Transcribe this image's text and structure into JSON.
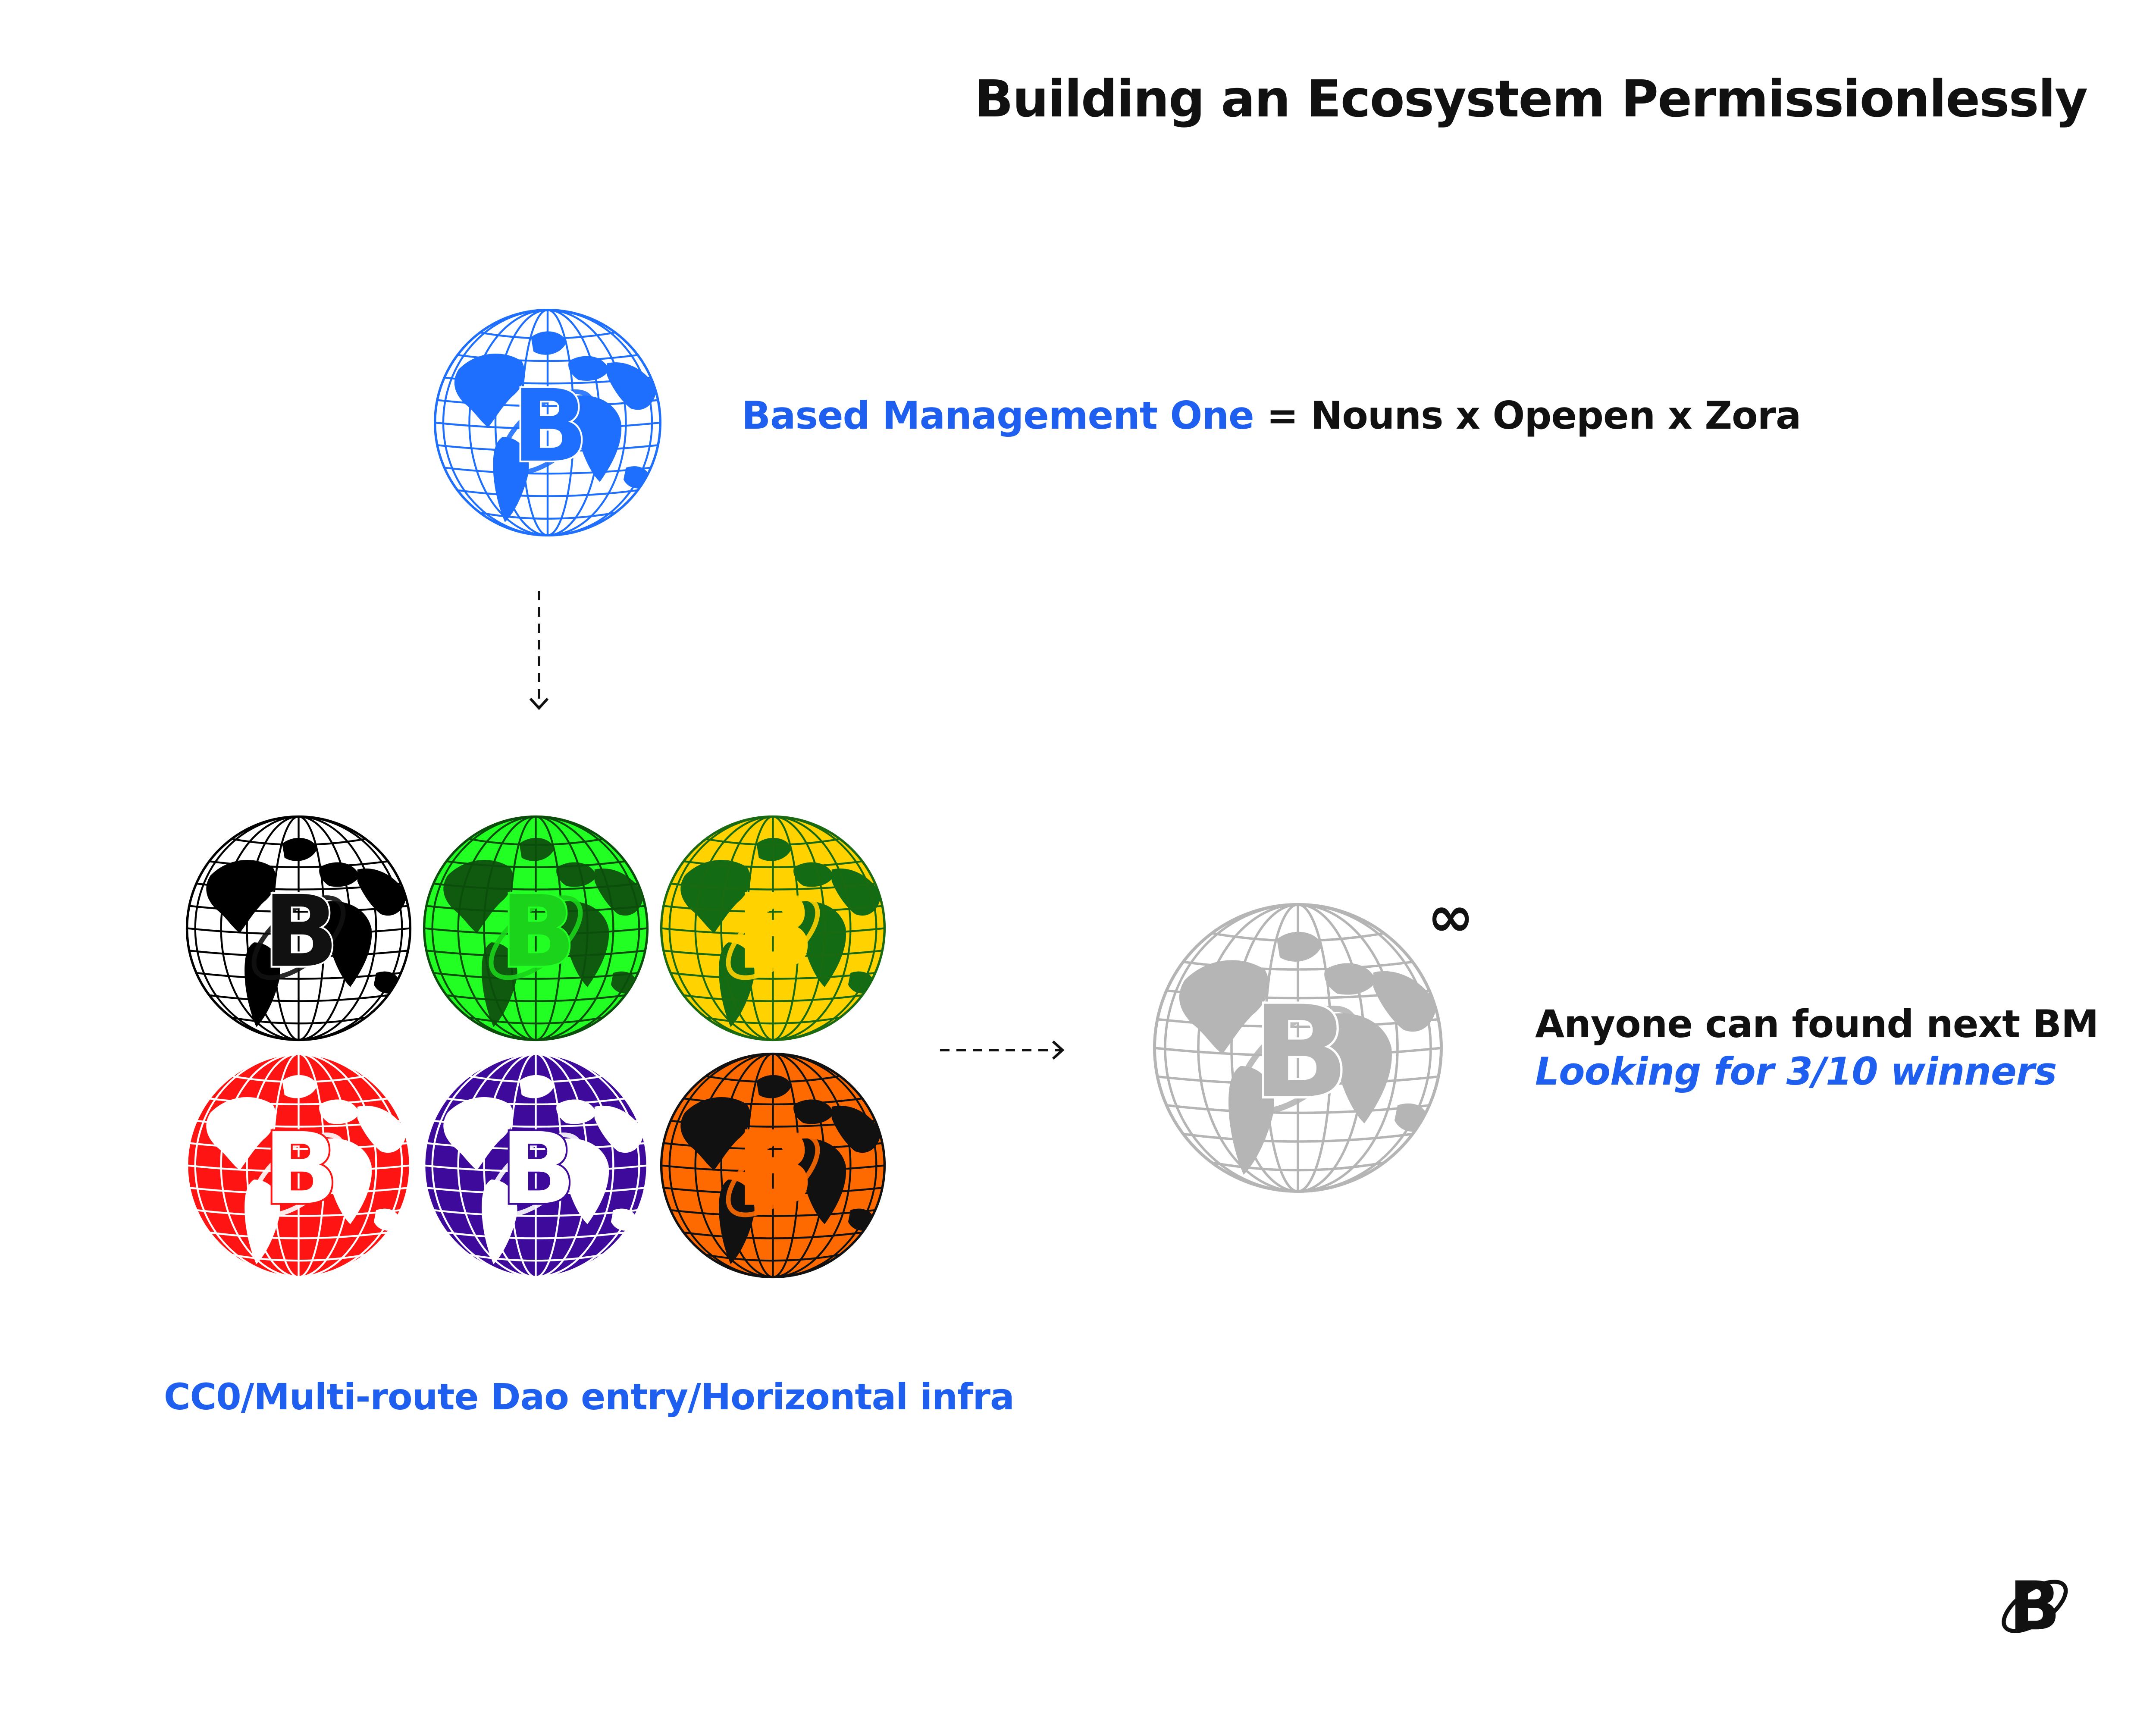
{
  "title": "Building an Ecosystem Permissionlessly",
  "headline": {
    "brand": "Based Management One",
    "rest": " = Nouns x Opepen x Zora"
  },
  "caption_left": "CC0/Multi-route Dao entry/Horizontal infra",
  "right": {
    "line1": "Anyone can found next BM",
    "line2": "Looking for 3/10 winners",
    "infinity": "∞"
  },
  "globe_letter": "B",
  "globes": {
    "top": {
      "ocean": "#ffffff",
      "land": "#1f6fff",
      "grid": "#1f6fff",
      "letter": "#1f6fff"
    },
    "variants": [
      {
        "name": "black",
        "ocean": "#ffffff",
        "land": "#000000",
        "grid": "#000000",
        "letter": "#111111"
      },
      {
        "name": "green",
        "ocean": "#22ff22",
        "land": "#0f5a0f",
        "grid": "#0b4d0b",
        "letter": "#1bd31b"
      },
      {
        "name": "yellow",
        "ocean": "#ffd200",
        "land": "#136b13",
        "grid": "#1a6a12",
        "letter": "#ffd200"
      },
      {
        "name": "red",
        "ocean": "#ff1414",
        "land": "#ffffff",
        "grid": "#ffffff",
        "letter": "#ffffff"
      },
      {
        "name": "purple",
        "ocean": "#3d0a9c",
        "land": "#ffffff",
        "grid": "#ffffff",
        "letter": "#ffffff"
      },
      {
        "name": "orange",
        "ocean": "#ff6a00",
        "land": "#111111",
        "grid": "#111111",
        "letter": "#ff6a00"
      }
    ],
    "ghost": {
      "ocean": "#ffffff",
      "land": "#b5b5b5",
      "grid": "#b5b5b5",
      "letter": "#b5b5b5"
    }
  },
  "colors": {
    "accent": "#1f5ff0",
    "text": "#111111"
  }
}
